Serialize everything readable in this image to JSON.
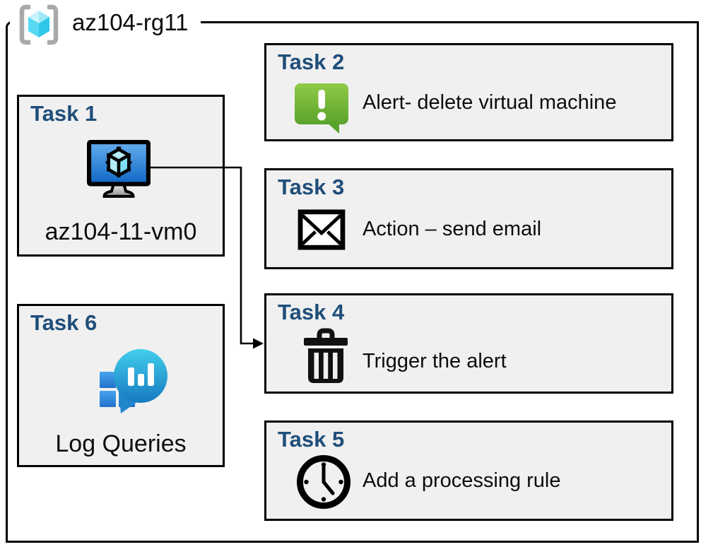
{
  "resource_group": {
    "label": "az104-rg11",
    "icon": "resource-group-icon"
  },
  "tasks": [
    {
      "title": "Task 1",
      "label": "az104-11-vm0",
      "icon": "virtual-machine-icon"
    },
    {
      "title": "Task 2",
      "label": "Alert- delete virtual machine",
      "icon": "alert-icon"
    },
    {
      "title": "Task 3",
      "label": "Action – send email",
      "icon": "email-icon"
    },
    {
      "title": "Task 4",
      "label": "Trigger the alert",
      "icon": "trash-icon"
    },
    {
      "title": "Task 5",
      "label": "Add a processing rule",
      "icon": "clock-icon"
    },
    {
      "title": "Task 6",
      "label": "Log Queries",
      "icon": "log-analytics-icon"
    }
  ],
  "connector": {
    "from": "Task 1 virtual machine",
    "to": "Task 4"
  },
  "colors": {
    "task_title": "#1f4e79",
    "box_fill": "#f0f0f0",
    "box_border": "#000000",
    "alert_green": "#6db33f",
    "vm_screen_blue": "#1268c8",
    "log_teal": "#29b3d8",
    "rg_cyan": "#50d5f0",
    "bracket_gray": "#a9a9a9"
  }
}
